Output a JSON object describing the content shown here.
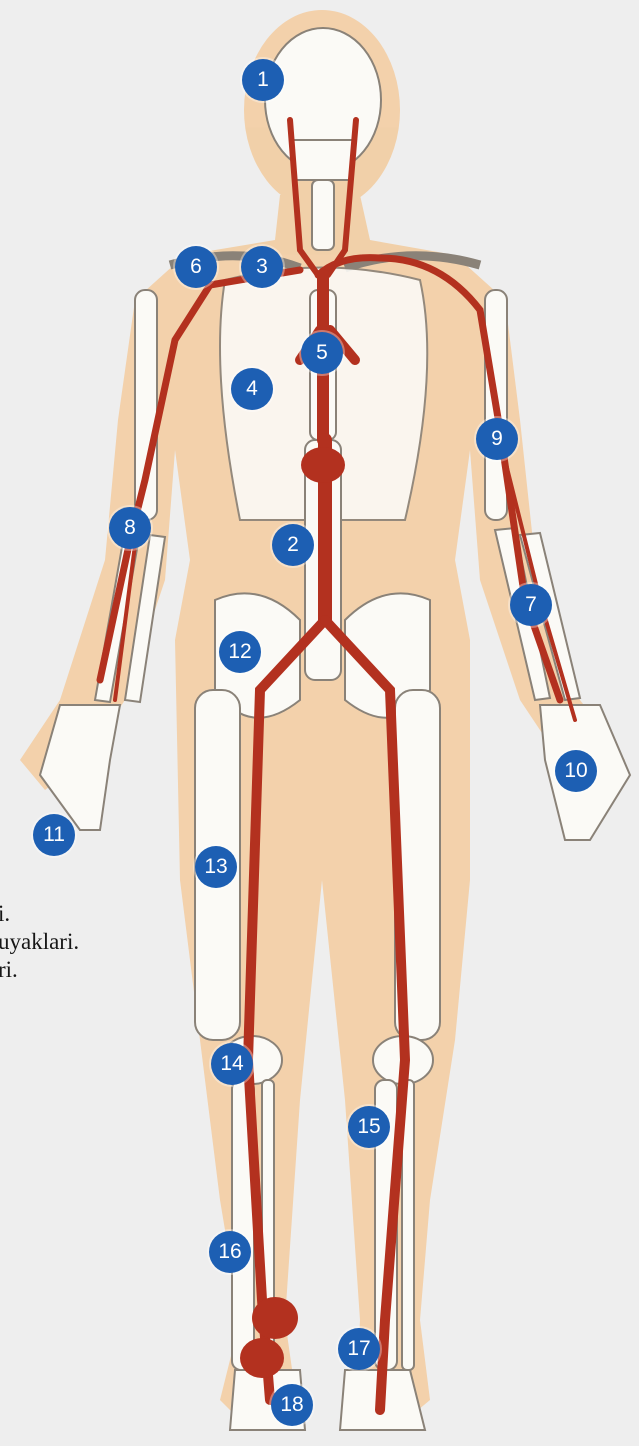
{
  "side_text": [
    "i.",
    "uyaklari.",
    "ri."
  ],
  "markers": [
    "1",
    "2",
    "3",
    "4",
    "5",
    "6",
    "7",
    "8",
    "9",
    "10",
    "11",
    "12",
    "13",
    "14",
    "15",
    "16",
    "17",
    "18"
  ],
  "colors": {
    "background": "#eeeeee",
    "skin": "#f2cfa6",
    "bone": "#fbfaf6",
    "bone_outline": "#8a8278",
    "artery": "#b3311f",
    "marker": "#1d5fb3",
    "marker_text": "#ffffff"
  }
}
